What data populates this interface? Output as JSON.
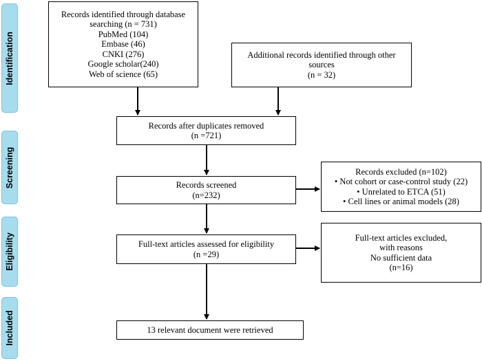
{
  "stages": [
    {
      "label": "Identification"
    },
    {
      "label": "Screening"
    },
    {
      "label": "Eligibility"
    },
    {
      "label": "Included"
    }
  ],
  "identification": {
    "database": {
      "lines": [
        "Records identified through database",
        "searching (n = 731)",
        "PubMed (104)",
        "Embase (46)",
        "CNKI (276)",
        "Google scholar(240)",
        "Web of science (65)"
      ]
    },
    "other": {
      "lines": [
        "Additional records identified through other",
        "sources",
        "(n = 32)"
      ]
    }
  },
  "screening": {
    "duplicates": {
      "lines": [
        "Records after duplicates removed",
        "(n =721)"
      ]
    },
    "screened": {
      "lines": [
        "Records screened",
        "(n=232)"
      ]
    },
    "excluded": {
      "title": "Records excluded (n=102)",
      "bullets": [
        "Not cohort or case-control study (22)",
        "Unrelated to ETCA (51)",
        "Cell lines or animal models (28)"
      ]
    }
  },
  "eligibility": {
    "fulltext": {
      "lines": [
        "Full-text articles assessed for eligibility",
        "(n =29)"
      ]
    },
    "excluded": {
      "lines": [
        "Full-text articles excluded,",
        "with reasons",
        "No sufficient data",
        "(n=16)"
      ]
    }
  },
  "included": {
    "result": {
      "text": "13 relevant document were retrieved"
    }
  }
}
